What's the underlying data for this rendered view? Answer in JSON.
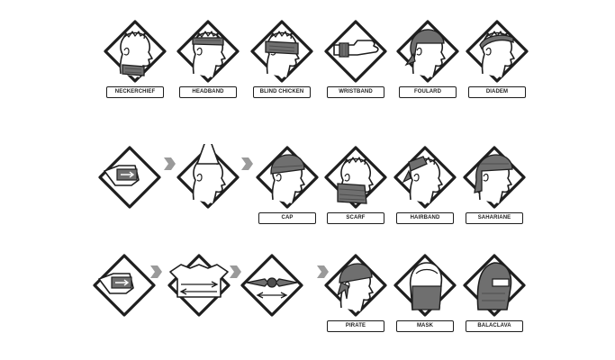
{
  "colors": {
    "line": "#1e1e1e",
    "band": "#6f6f6f",
    "band_dark": "#4e4e4e",
    "arrow": "#9a9a9a",
    "paper": "#ffffff"
  },
  "rows": [
    {
      "items": [
        {
          "kind": "style",
          "label": "NECKERCHIEF",
          "icon": "neckerchief-icon"
        },
        {
          "kind": "style",
          "label": "HEADBAND",
          "icon": "headband-icon"
        },
        {
          "kind": "style",
          "label": "BLIND CHICKEN",
          "icon": "blind-chicken-icon"
        },
        {
          "kind": "style",
          "label": "WRISTBAND",
          "icon": "wristband-icon"
        },
        {
          "kind": "style",
          "label": "FOULARD",
          "icon": "foulard-icon"
        },
        {
          "kind": "style",
          "label": "DIADEM",
          "icon": "diadem-icon"
        }
      ]
    },
    {
      "items": [
        {
          "kind": "step",
          "label": "",
          "icon": "fold-tube-step-icon"
        },
        {
          "kind": "arrow",
          "icon": "next-step-arrow-icon"
        },
        {
          "kind": "step",
          "label": "",
          "icon": "twist-tube-step-icon"
        },
        {
          "kind": "arrow",
          "icon": "next-step-arrow-icon"
        },
        {
          "kind": "style",
          "label": "CAP",
          "icon": "cap-icon"
        },
        {
          "kind": "style",
          "label": "SCARF",
          "icon": "scarf-icon"
        },
        {
          "kind": "style",
          "label": "HAIRBAND",
          "icon": "hairband-icon"
        },
        {
          "kind": "style",
          "label": "SAHARIANE",
          "icon": "sahariane-icon"
        }
      ]
    },
    {
      "items": [
        {
          "kind": "step",
          "label": "",
          "icon": "fold-tube-step-icon"
        },
        {
          "kind": "arrow",
          "icon": "next-step-arrow-icon"
        },
        {
          "kind": "step",
          "label": "",
          "icon": "stretch-tube-step-icon"
        },
        {
          "kind": "arrow",
          "icon": "next-step-arrow-icon"
        },
        {
          "kind": "step",
          "label": "",
          "icon": "knot-tube-step-icon"
        },
        {
          "kind": "arrow",
          "icon": "next-step-arrow-icon"
        },
        {
          "kind": "style",
          "label": "PIRATE",
          "icon": "pirate-icon"
        },
        {
          "kind": "style",
          "label": "MASK",
          "icon": "mask-icon"
        },
        {
          "kind": "style",
          "label": "BALACLAVA",
          "icon": "balaclava-icon"
        }
      ]
    }
  ]
}
